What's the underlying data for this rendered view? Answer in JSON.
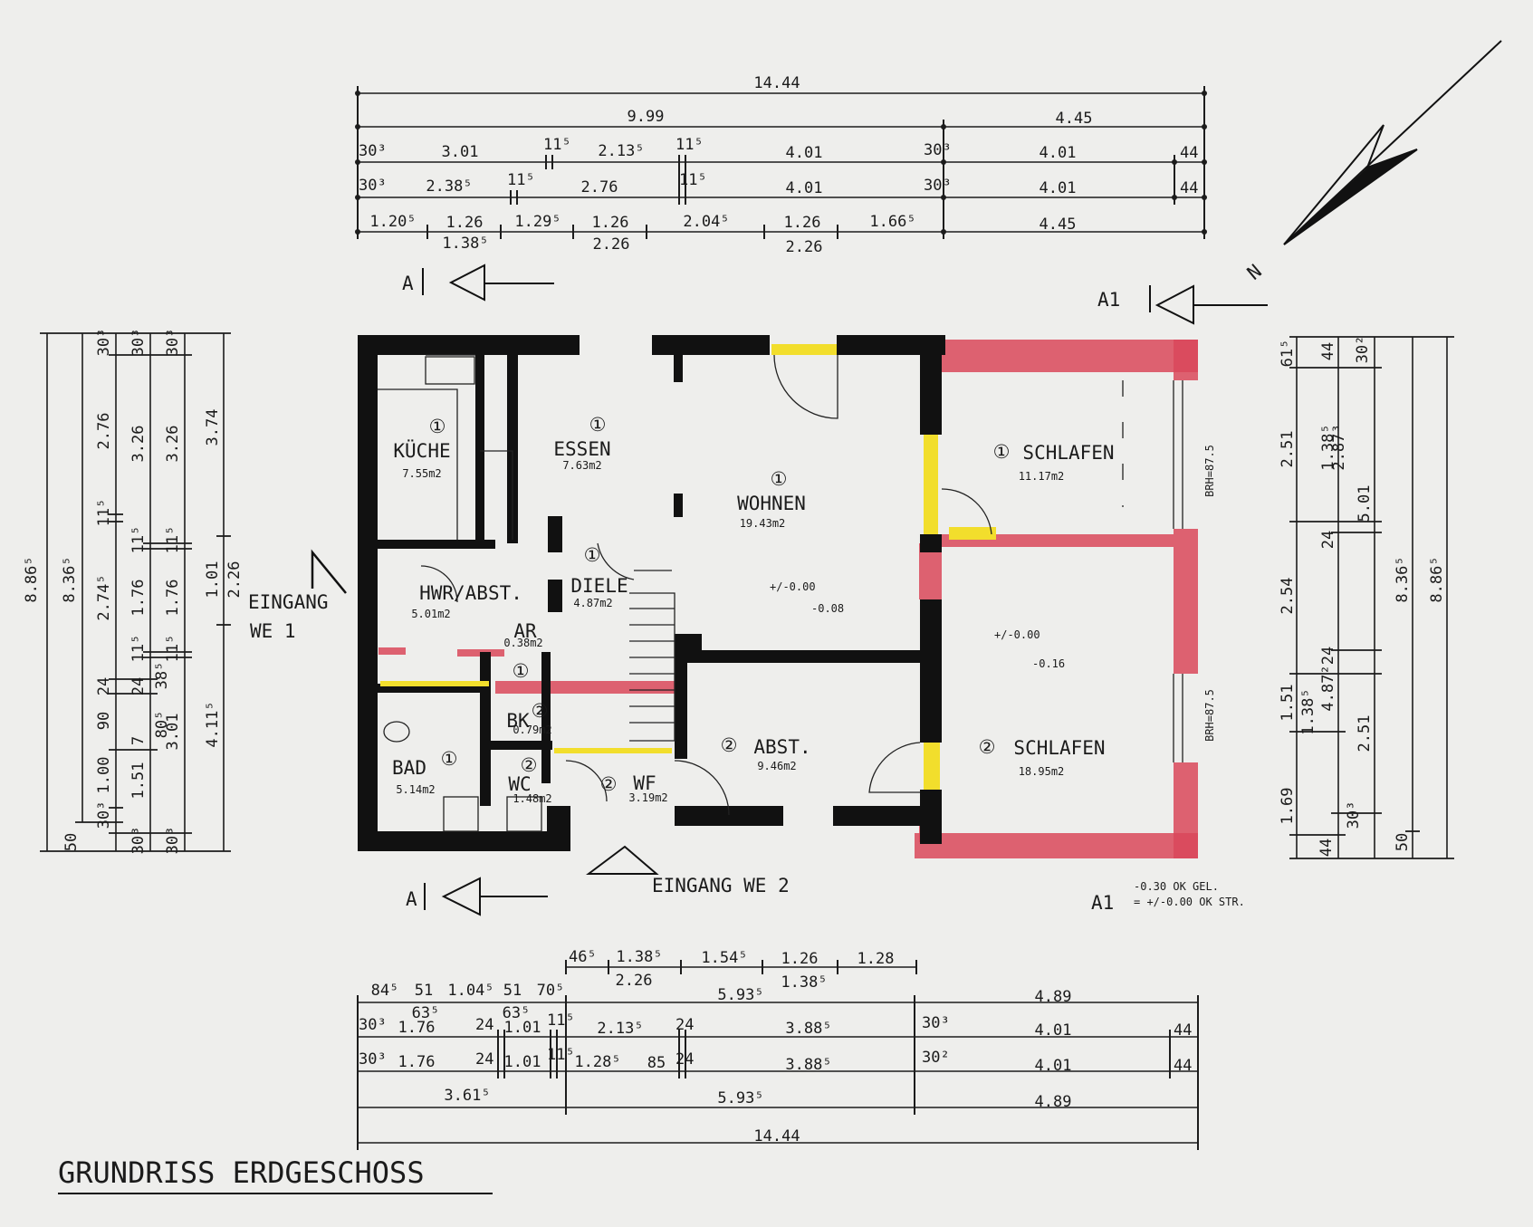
{
  "title": "GRUNDRISS ERDGESCHOSS",
  "rooms": {
    "kueche": {
      "num": "①",
      "name": "KÜCHE",
      "area": "7.55m2"
    },
    "essen": {
      "num": "①",
      "name": "ESSEN",
      "area": "7.63m2"
    },
    "wohnen": {
      "num": "①",
      "name": "WOHNEN",
      "area": "19.43m2"
    },
    "schlafen1": {
      "num": "①",
      "name": "SCHLAFEN",
      "area": "11.17m2"
    },
    "hwr": {
      "name": "HWR/ABST.",
      "area": "5.01m2"
    },
    "diele": {
      "num": "①",
      "name": "DIELE",
      "area": "4.87m2"
    },
    "ar": {
      "num": "①",
      "name": "AR",
      "area": "0.38m2"
    },
    "bad": {
      "num": "①",
      "name": "BAD",
      "area": "5.14m2"
    },
    "bk": {
      "num": "②",
      "name": "BK",
      "area": "0.79m2"
    },
    "wc": {
      "num": "②",
      "name": "WC",
      "area": "1.48m2"
    },
    "wf": {
      "num": "②",
      "name": "WF",
      "area": "3.19m2"
    },
    "abst": {
      "num": "②",
      "name": "ABST.",
      "area": "9.46m2"
    },
    "schlafen2": {
      "num": "②",
      "name": "SCHLAFEN",
      "area": "18.95m2"
    }
  },
  "labels": {
    "eingang1": "EINGANG",
    "eingang1b": "WE 1",
    "eingang2": "EINGANG WE 2",
    "sectionA": "A",
    "sectionA1": "A1",
    "level_wohnen": "+/-0.00",
    "level_wohnen2": "-0.08",
    "level_schlafen": "+/-0.00",
    "level_schlafen2": "-0.16",
    "legend1": "-0.30 OK GEL.",
    "legend2": "= +/-0.00 OK STR.",
    "brh1": "BRH=87.5",
    "brh2": "BRH=87.5",
    "north": "N"
  },
  "dims_top": {
    "row1": [
      "14.44"
    ],
    "row2": [
      "9.99",
      "4.45"
    ],
    "row3": [
      "30³",
      "3.01",
      "11⁵",
      "2.13⁵",
      "11⁵",
      "4.01",
      "30³",
      "4.01",
      "44"
    ],
    "row4": [
      "30³",
      "2.38⁵",
      "11⁵",
      "2.76",
      "11⁵",
      "4.01",
      "30³",
      "4.01",
      "44"
    ],
    "row5": [
      "1.20⁵",
      "1.26",
      "1.29⁵",
      "1.26",
      "2.04⁵",
      "1.26",
      "1.66⁵",
      "4.45"
    ],
    "row5b": [
      "1.38⁵",
      "2.26",
      "2.26"
    ]
  },
  "dims_bottom": {
    "row0": [
      "46⁵",
      "1.38⁵",
      "1.54⁵",
      "1.26",
      "1.28"
    ],
    "row0b": [
      "2.26",
      "1.38⁵"
    ],
    "row1": [
      "84⁵",
      "51",
      "1.04⁵",
      "51",
      "70⁵",
      "5.93⁵",
      "4.89"
    ],
    "row1b": [
      "63⁵",
      "63⁵"
    ],
    "row2": [
      "30³",
      "1.76",
      "24",
      "1.01",
      "11⁵",
      "2.13⁵",
      "24",
      "3.88⁵",
      "30³",
      "4.01",
      "44"
    ],
    "row3": [
      "30³",
      "1.76",
      "24",
      "1.01",
      "11⁵",
      "1.28⁵",
      "85",
      "24",
      "3.88⁵",
      "30²",
      "4.01",
      "44"
    ],
    "row4": [
      "3.61⁵",
      "5.93⁵",
      "4.89"
    ],
    "row5": [
      "14.44"
    ]
  },
  "dims_left": {
    "col1": [
      "8.86⁵",
      "50"
    ],
    "col2": [
      "8.36⁵"
    ],
    "col3": [
      "30³",
      "2.76",
      "11⁵",
      "2.74⁵",
      "24",
      "90",
      "1.00",
      "30³"
    ],
    "col4": [
      "30³",
      "3.26",
      "11⁵",
      "1.76",
      "11⁵",
      "24",
      "7",
      "1.51",
      "30³"
    ],
    "col5": [
      "30³",
      "3.26",
      "11⁵",
      "1.76",
      "11⁵",
      "38⁵",
      "80⁵",
      "3.01",
      "30³"
    ],
    "col6": [
      "3.74",
      "1.01",
      "2.26",
      "4.11⁵"
    ]
  },
  "dims_right": {
    "col1": [
      "61⁵",
      "2.51",
      "2.54",
      "1.51",
      "1.69",
      "44"
    ],
    "col2": [
      "44",
      "1.38⁵",
      "24",
      "1.38⁵",
      "24",
      "4.87²"
    ],
    "col3": [
      "30²",
      "2.87³",
      "5.01",
      "2.51",
      "30³"
    ],
    "col4": [
      "8.36⁵",
      "50"
    ],
    "col5": [
      "8.86⁵"
    ]
  }
}
